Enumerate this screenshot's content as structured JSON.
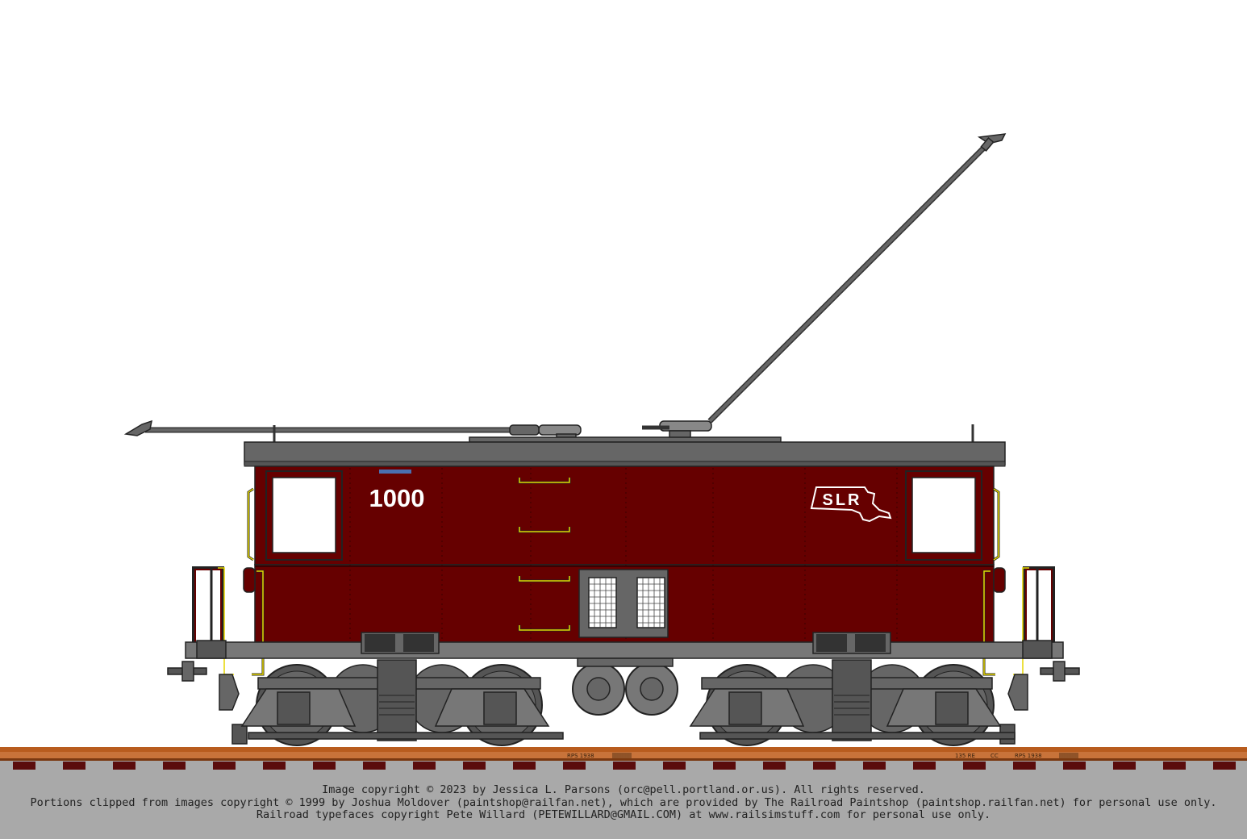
{
  "car": {
    "number": "1000",
    "logo_text": "SLR",
    "body_color": "#660000",
    "roof_color": "#666666",
    "truck_color": "#555555",
    "handrail_color": "#e5d600"
  },
  "rail": {
    "left_marking": "RPS 1938",
    "right_marking_1": "135 RE",
    "right_marking_2": "CC",
    "right_marking_3": "RPS 1938",
    "rail_color": "#b85c1e",
    "ballast_color": "#a9a9a9"
  },
  "credits": {
    "line1": "Image copyright © 2023 by Jessica L. Parsons (orc@pell.portland.or.us). All rights reserved.",
    "line2": "Portions clipped from images copyright © 1999 by Joshua Moldover (paintshop@railfan.net), which are provided by The Railroad Paintshop (paintshop.railfan.net) for personal use only.",
    "line3": "Railroad typefaces copyright Pete Willard (PETEWILLARD@GMAIL.COM) at www.railsimstuff.com for personal use only."
  }
}
